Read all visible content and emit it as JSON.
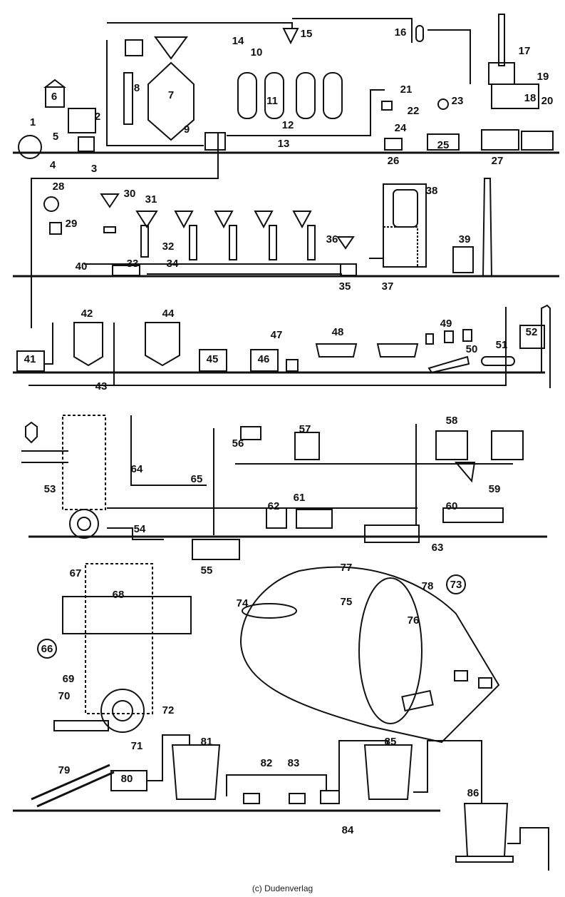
{
  "copyright": "(c) Dudenverlag",
  "labels": [
    "1",
    "2",
    "3",
    "4",
    "5",
    "6",
    "7",
    "8",
    "9",
    "10",
    "11",
    "12",
    "13",
    "14",
    "15",
    "16",
    "17",
    "18",
    "19",
    "20",
    "21",
    "22",
    "23",
    "24",
    "25",
    "26",
    "27",
    "28",
    "29",
    "30",
    "31",
    "32",
    "33",
    "34",
    "35",
    "36",
    "37",
    "38",
    "39",
    "40",
    "41",
    "42",
    "43",
    "44",
    "45",
    "46",
    "47",
    "48",
    "49",
    "50",
    "51",
    "52",
    "53",
    "54",
    "55",
    "56",
    "57",
    "58",
    "59",
    "60",
    "61",
    "62",
    "63",
    "64",
    "65",
    "66",
    "67",
    "68",
    "69",
    "70",
    "71",
    "72",
    "73",
    "74",
    "75",
    "76",
    "77",
    "78",
    "79",
    "80",
    "81",
    "82",
    "83",
    "84",
    "85",
    "86"
  ],
  "circled_labels": [
    "66",
    "73"
  ],
  "boxed_labels": [
    "41",
    "45",
    "46",
    "52"
  ],
  "colors": {
    "ink": "#111111",
    "paper": "#ffffff"
  }
}
